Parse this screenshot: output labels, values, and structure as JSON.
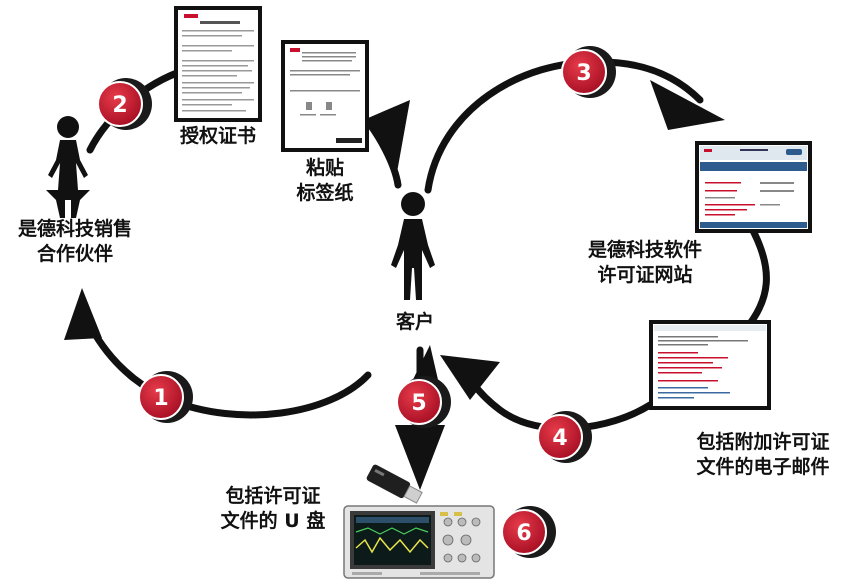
{
  "steps": [
    "1",
    "2",
    "3",
    "4",
    "5",
    "6"
  ],
  "actors": {
    "partner": {
      "line1": "是德科技销售",
      "line2": "合作伙伴"
    },
    "customer": {
      "label": "客户"
    }
  },
  "documents": {
    "certificate": {
      "label": "授权证书"
    },
    "sticker": {
      "line1": "粘贴",
      "line2": "标签纸"
    },
    "website": {
      "line1": "是德科技软件",
      "line2": "许可证网站"
    },
    "email": {
      "line1": "包括附加许可证",
      "line2": "文件的电子邮件"
    },
    "usb": {
      "line1": "包括许可证",
      "line2": "文件的 U 盘"
    }
  },
  "colors": {
    "badge": "#c8102e",
    "badge_dark": "#1a1a1a",
    "arrow": "#111111"
  }
}
